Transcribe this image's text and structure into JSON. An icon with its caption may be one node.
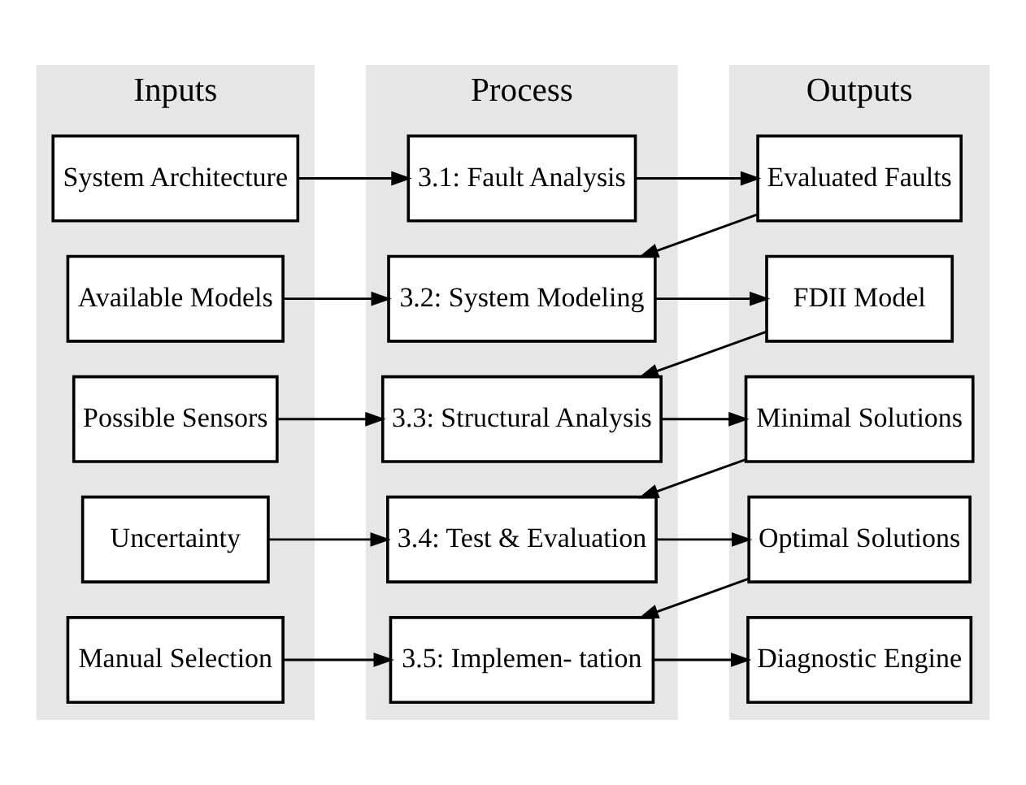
{
  "diagram": {
    "nodes": [
      {
        "text": [
          "Inputs"
        ]
      },
      {
        "text": [
          "System Architecture"
        ],
        "in": 0
      },
      {
        "text": [
          "Available Models"
        ],
        "in": 0
      },
      {
        "text": [
          "Possible Sensors"
        ],
        "in": 0
      },
      {
        "text": [
          "Uncertainty"
        ],
        "in": 0
      },
      {
        "text": [
          "Manual Selection"
        ],
        "in": 0
      },
      {
        "text": [
          "Process"
        ]
      },
      {
        "text": [
          "3.1: Fault Analysis"
        ],
        "in": 6
      },
      {
        "text": [
          "3.2: System Modeling"
        ],
        "in": 6
      },
      {
        "text": [
          "3.3: Structural Analysis"
        ],
        "in": 6
      },
      {
        "text": [
          "3.4: Test & Evaluation"
        ],
        "in": 6
      },
      {
        "text": [
          "3.5: Implemen- tation"
        ],
        "in": 6
      },
      {
        "text": [
          "Outputs"
        ]
      },
      {
        "text": [
          "Evaluated Faults"
        ],
        "in": 12
      },
      {
        "text": [
          "FDII Model"
        ],
        "in": 12
      },
      {
        "text": [
          "Minimal Solutions"
        ],
        "in": 12
      },
      {
        "text": [
          "Optimal Solutions"
        ],
        "in": 12
      },
      {
        "text": [
          "Diagnostic Engine"
        ],
        "in": 12
      }
    ],
    "edges": [
      {
        "from": 1,
        "to": 7,
        "arrow": "to"
      },
      {
        "from": 2,
        "to": 8,
        "arrow": "to"
      },
      {
        "from": 3,
        "to": 9,
        "arrow": "to"
      },
      {
        "from": 4,
        "to": 10,
        "arrow": "to"
      },
      {
        "from": 5,
        "to": 11,
        "arrow": "to"
      },
      {
        "from": 7,
        "to": 13,
        "arrow": "to"
      },
      {
        "from": 13,
        "to": 8,
        "arrow": "to"
      },
      {
        "from": 8,
        "to": 14,
        "arrow": "to"
      },
      {
        "from": 14,
        "to": 9,
        "arrow": "to"
      },
      {
        "from": 9,
        "to": 15,
        "arrow": "to"
      },
      {
        "from": 15,
        "to": 10,
        "arrow": "to"
      },
      {
        "from": 10,
        "to": 16,
        "arrow": "to"
      },
      {
        "from": 16,
        "to": 11,
        "arrow": "to"
      },
      {
        "from": 11,
        "to": 17,
        "arrow": "to"
      }
    ]
  }
}
